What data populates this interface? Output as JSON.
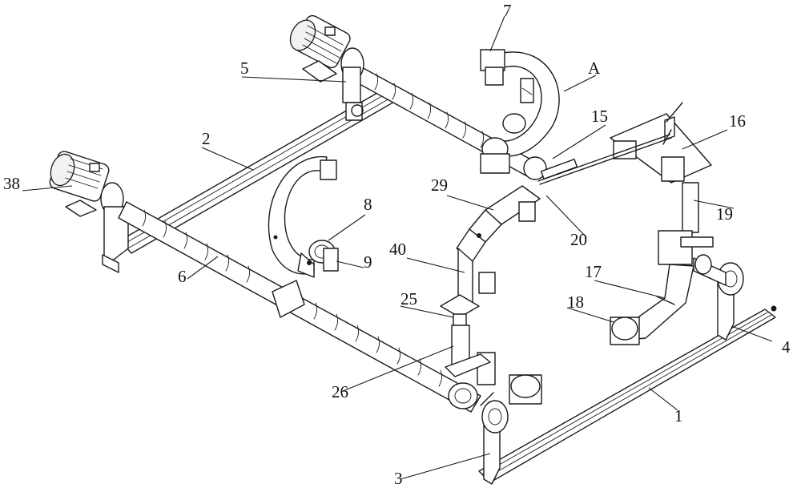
{
  "figure": {
    "labels": {
      "l1": "1",
      "l2": "2",
      "l3": "3",
      "l4": "4",
      "l5": "5",
      "l6": "6",
      "l7": "7",
      "l8": "8",
      "l9": "9",
      "l15": "15",
      "l16": "16",
      "l17": "17",
      "l18": "18",
      "l19": "19",
      "l20": "20",
      "l25": "25",
      "l26": "26",
      "l29": "29",
      "l38": "38",
      "l40": "40",
      "lA": "A"
    }
  },
  "colors": {
    "line": "#1a1a1a",
    "background": "#ffffff"
  }
}
